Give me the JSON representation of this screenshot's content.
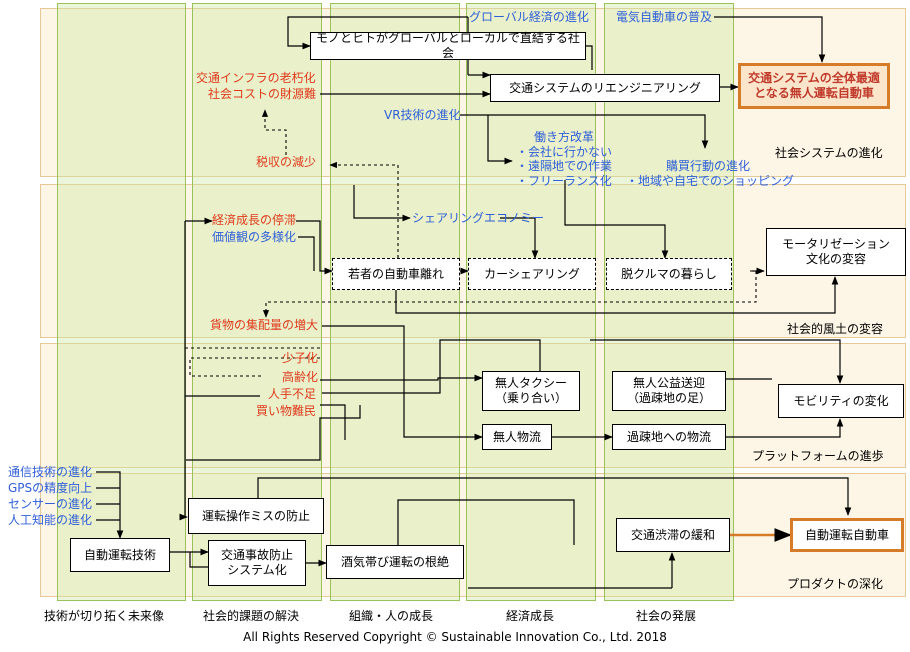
{
  "bands": [
    {
      "id": "social-system",
      "label": "社会システムの進化"
    },
    {
      "id": "social-climate",
      "label": "社会的風土の変容"
    },
    {
      "id": "platform",
      "label": "プラットフォームの進歩"
    },
    {
      "id": "product",
      "label": "プロダクトの深化"
    }
  ],
  "columns": [
    {
      "id": "tech-future",
      "label": "技術が切り拓く未来像"
    },
    {
      "id": "social-issues",
      "label": "社会的課題の解決"
    },
    {
      "id": "org-growth",
      "label": "組織・人の成長"
    },
    {
      "id": "economic-growth",
      "label": "経済成長"
    },
    {
      "id": "social-development",
      "label": "社会の発展"
    }
  ],
  "nodes": {
    "global_local": "モノとヒトがグローバルとローカルで直結する社会",
    "transport_reengineering": "交通システムのリエンジニアリング",
    "autonomous_overall": [
      "交通システムの全体最適",
      "となる無人運転自動車"
    ],
    "motorization": [
      "モータリゼーション",
      "文化の変容"
    ],
    "youth_car": "若者の自動車離れ",
    "carsharing": "カーシェアリング",
    "car_free": "脱クルマの暮らし",
    "unmanned_taxi": [
      "無人タクシー",
      "（乗り合い）"
    ],
    "unmanned_public": [
      "無人公益送迎",
      "（過疎地の足）"
    ],
    "mobility_change": "モビリティの変化",
    "unmanned_logistics": "無人物流",
    "depop_logistics": "過疎地への物流",
    "op_error": "運転操作ミスの防止",
    "auto_tech": "自動運転技術",
    "accident_prevention": [
      "交通事故防止",
      "システム化"
    ],
    "drunk_driving": "酒気帯び運転の根絶",
    "congestion": "交通渋滞の緩和",
    "autonomous_car": "自動運転自動車"
  },
  "labels": {
    "global_economy": "グローバル経済の進化",
    "ev_spread": "電気自動車の普及",
    "infra_aging": "交通インフラの老朽化",
    "social_cost": "社会コストの財源難",
    "vr_tech": "VR技術の進化",
    "work_reform": [
      "働き方改革",
      "・会社に行かない",
      "・遠隔地での作業",
      "・フリーランス化"
    ],
    "shopping": [
      "購買行動の進化",
      "・地域や自宅でのショッピング"
    ],
    "tax_decrease": "税収の減少",
    "econ_stagnation": "経済成長の停滞",
    "values_diversify": "価値観の多様化",
    "sharing_economy": "シェアリングエコノミー",
    "freight_increase": "貨物の集配量の増大",
    "low_birth": "少子化",
    "aging": "高齢化",
    "labor_shortage": "人手不足",
    "shopping_refugees": "買い物難民",
    "comm_tech": "通信技術の進化",
    "gps": "GPSの精度向上",
    "sensor": "センサーの進化",
    "ai": "人工知能の進化"
  },
  "copyright": "All Rights Reserved  Copyright © Sustainable Innovation  Co., Ltd.  2018"
}
